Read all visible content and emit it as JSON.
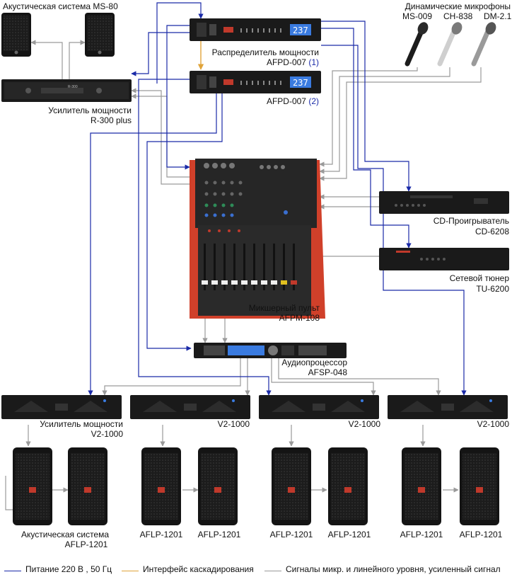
{
  "colors": {
    "power": "#1a2aa8",
    "cascade": "#e0a43a",
    "signal": "#9a9a9a",
    "device_dark": "#1a1a1a",
    "mixer_red": "#d0402a",
    "display_blue": "#3a7be0"
  },
  "labels": {
    "speaker_ms80": "Акустическая система MS-80",
    "amp_r300_line1": "Усилитель мощности",
    "amp_r300_line2": "R-300 plus",
    "afpd1_line1": "Распределитель мощности",
    "afpd1_line2_model": "AFPD-007",
    "afpd1_line2_num": "(1)",
    "afpd2_model": "AFPD-007",
    "afpd2_num": "(2)",
    "afpd_display": "237",
    "mics_title": "Динамические микрофоны",
    "mic1": "MS-009",
    "mic2": "CH-838",
    "mic3": "DM-2.1",
    "cd_line1": "CD-Проигрыватель",
    "cd_line2": "CD-6208",
    "tuner_line1": "Сетевой тюнер",
    "tuner_line2": "TU-6200",
    "mixer_line1": "Микшерный пульт",
    "mixer_line2": "AFPM-108",
    "dsp_line1": "Аудиопроцессор",
    "dsp_line2": "AFSP-048",
    "amp_v2_line1": "Усилитель мощности",
    "amp_v2_line2": "V2-1000",
    "amp_v2_b": "V2-1000",
    "amp_v2_c": "V2-1000",
    "amp_v2_d": "V2-1000",
    "spk_aflp_line1": "Акустическая система",
    "spk_aflp_line2": "AFLP-1201",
    "spk2": "AFLP-1201",
    "spk3": "AFLP-1201",
    "spk4": "AFLP-1201",
    "spk5": "AFLP-1201",
    "spk6": "AFLP-1201",
    "spk7": "AFLP-1201"
  },
  "legend": {
    "power": "Питание 220 В , 50 Гц",
    "cascade": "Интерфейс каскадирования",
    "signal": "Сигналы микр. и линейного уровня, усиленный сигнал"
  }
}
